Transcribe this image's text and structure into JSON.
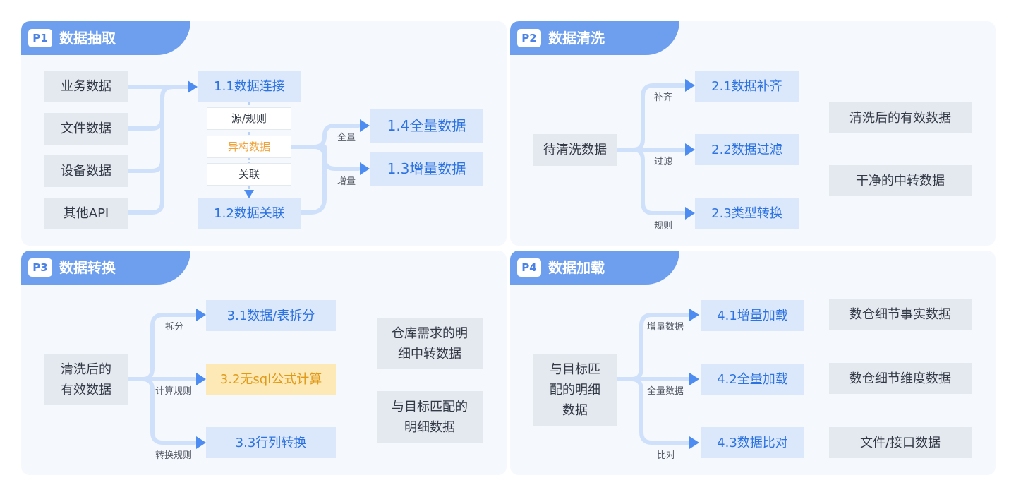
{
  "p1": {
    "badge": "P1",
    "title": "数据抽取",
    "sources": [
      "业务数据",
      "文件数据",
      "设备数据",
      "其他API"
    ],
    "connect": "1.1数据连接",
    "sub": [
      "源/规则",
      "异构数据",
      "关联"
    ],
    "relate": "1.2数据关联",
    "labels": {
      "full": "全量",
      "incr": "增量"
    },
    "full": "1.4全量数据",
    "incr": "1.3增量数据"
  },
  "p2": {
    "badge": "P2",
    "title": "数据清洗",
    "input": "待清洗数据",
    "labels": [
      "补齐",
      "过滤",
      "规则"
    ],
    "nodes": [
      "2.1数据补齐",
      "2.2数据过滤",
      "2.3类型转换"
    ],
    "outputs": [
      "清洗后的有效数据",
      "干净的中转数据"
    ]
  },
  "p3": {
    "badge": "P3",
    "title": "数据转换",
    "input": [
      "清洗后的",
      "有效数据"
    ],
    "labels": [
      "拆分",
      "计算规则",
      "转换规则"
    ],
    "nodes": [
      "3.1数据/表拆分",
      "3.2无sql公式计算",
      "3.3行列转换"
    ],
    "outputs": [
      [
        "仓库需求的明",
        "细中转数据"
      ],
      [
        "与目标匹配的",
        "明细数据"
      ]
    ]
  },
  "p4": {
    "badge": "P4",
    "title": "数据加载",
    "input": [
      "与目标匹",
      "配的明细",
      "数据"
    ],
    "labels": [
      "增量数据",
      "全量数据",
      "比对"
    ],
    "nodes": [
      "4.1增量加载",
      "4.2全量加载",
      "4.3数据比对"
    ],
    "outputs": [
      "数仓细节事实数据",
      "数仓细节维度数据",
      "文件/接口数据"
    ]
  },
  "colors": {
    "header": "#6e9fef",
    "node_bg": "#dbe8fb",
    "node_text": "#2c72e0",
    "highlight_bg": "#fde9b6",
    "highlight_text": "#e09a1a",
    "connector": "#cfe0fb",
    "arrow": "#4d8cf0"
  }
}
